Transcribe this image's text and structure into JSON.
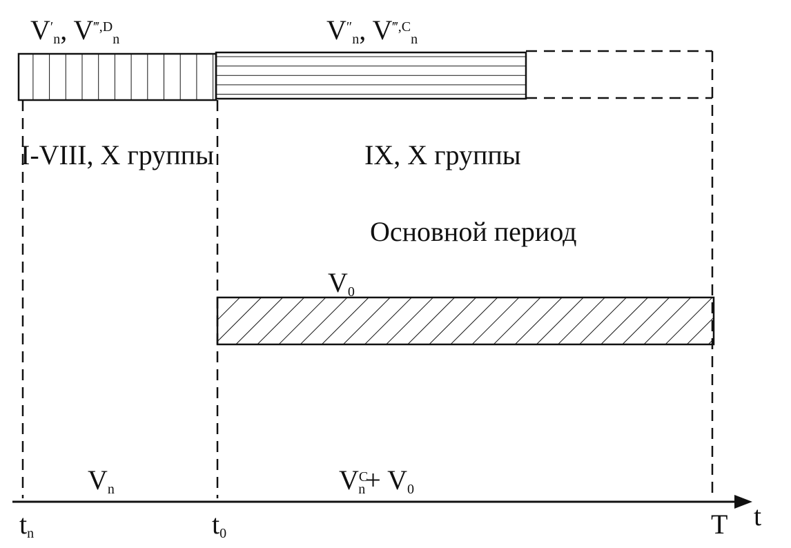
{
  "labels": {
    "top_left": {
      "v1": "V",
      "v1_sup": "′",
      "v1_sub": "n",
      "sep": ", ",
      "v2": "V",
      "v2_sup": "‴,D",
      "v2_sub": "n"
    },
    "top_right": {
      "v1": "V",
      "v1_sup": "″",
      "v1_sub": "n",
      "sep": ", ",
      "v2": "V",
      "v2_sup": "‴,C",
      "v2_sub": "n"
    },
    "groups_left": "I-VIII, X группы",
    "groups_right": "IX, X группы",
    "main_period": "Основной период",
    "v0": {
      "v": "V",
      "sub": "0"
    },
    "bottom_left": {
      "v": "V",
      "sub": "n"
    },
    "bottom_right": {
      "v": "V",
      "sup": "C",
      "sub": "n",
      "plus": "+ V",
      "sub2": "0"
    },
    "axis": {
      "t_label": "t",
      "tn": {
        "v": "t",
        "sub": "n"
      },
      "t0": {
        "v": "t",
        "sub": "0"
      },
      "T": "T"
    }
  }
}
